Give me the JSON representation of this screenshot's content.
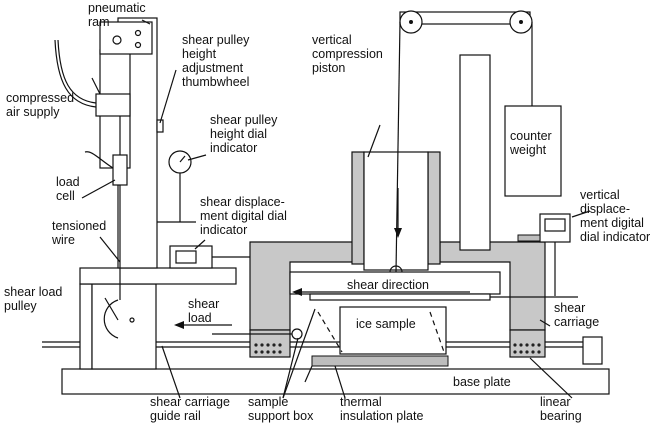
{
  "labels": {
    "pneumatic_ram": [
      "pneumatic",
      "ram"
    ],
    "compressed_air_supply": [
      "compressed",
      "air supply"
    ],
    "load_cell": [
      "load",
      "cell"
    ],
    "tensioned_wire": [
      "tensioned",
      "wire"
    ],
    "shear_load_pulley": [
      "shear load",
      "pulley"
    ],
    "shear_pulley_adjust": [
      "shear pulley",
      "height",
      "adjustment",
      "thumbwheel"
    ],
    "shear_pulley_dial": [
      "shear pulley",
      "height dial",
      "indicator"
    ],
    "shear_disp_dial": [
      "shear displace-",
      "ment digital dial",
      "indicator"
    ],
    "vertical_piston": [
      "vertical",
      "compression",
      "piston"
    ],
    "counter_weight": [
      "counter",
      "weight"
    ],
    "vertical_disp_dial": [
      "vertical",
      "displace-",
      "ment digital",
      "dial indicator"
    ],
    "shear_direction": "shear direction",
    "shear_load": [
      "shear",
      "load"
    ],
    "ice_sample": "ice sample",
    "shear_carriage": [
      "shear",
      "carriage"
    ],
    "base_plate": "base plate",
    "guide_rail": [
      "shear carriage",
      "guide rail"
    ],
    "support_box": [
      "sample",
      "support box"
    ],
    "insulation_plate": [
      "thermal",
      "insulation plate"
    ],
    "linear_bearing": [
      "linear",
      "bearing"
    ]
  }
}
